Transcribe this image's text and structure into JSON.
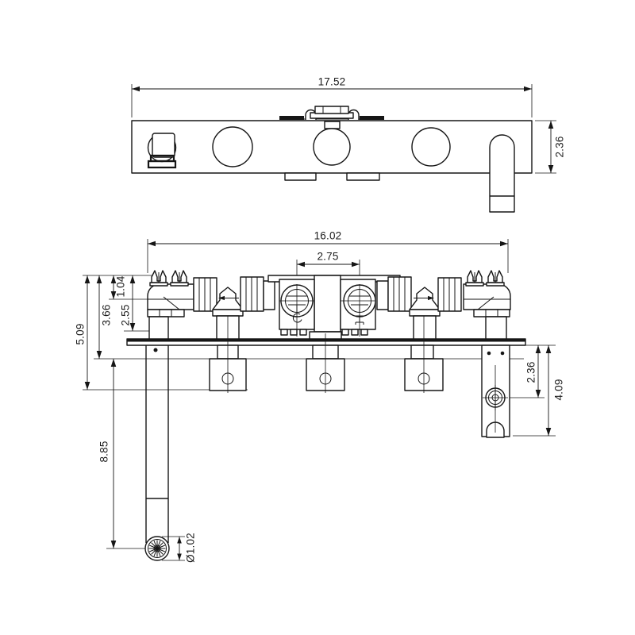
{
  "drawing": {
    "type": "technical-dimension-drawing",
    "subject": "wall-mount tub faucet rough-in valve with hand-shower bracket and down spout",
    "line_color": "#161616",
    "background": "#ffffff",
    "views": [
      {
        "id": "top_view",
        "description": "plan view of trim plate with four round trim openings and side handle"
      },
      {
        "id": "front_view",
        "description": "elevation of valve manifold, mounting plate, drop spout and hand-shower bracket"
      }
    ]
  },
  "dimensions": {
    "top_view": {
      "overall_length": "17.52",
      "body_height": "2.36"
    },
    "front_view": {
      "overall_width": "16.02",
      "handle_spacing": "2.75",
      "top_offset": "1.04",
      "valve_depth": "2.55",
      "plate_depth": "3.66",
      "overall_depth": "5.09",
      "spout_drop": "8.85",
      "spout_outlet_diameter": "Ø1.02",
      "bracket_hole_offset": "2.36",
      "bracket_length": "4.09"
    }
  }
}
